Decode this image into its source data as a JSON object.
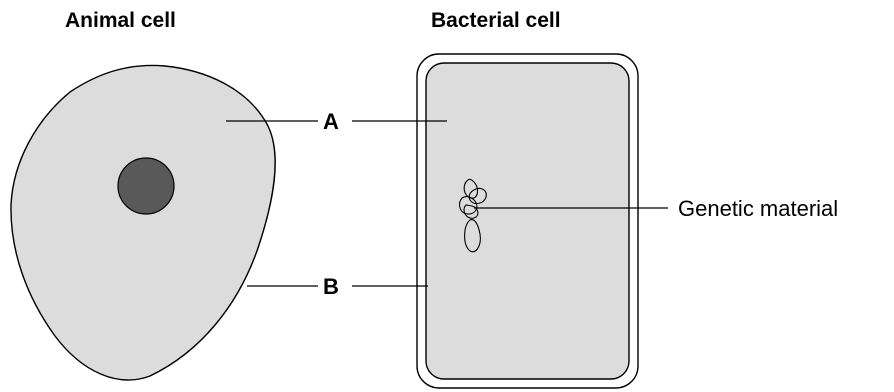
{
  "titles": {
    "animal_cell": "Animal cell",
    "bacterial_cell": "Bacterial cell"
  },
  "labels": {
    "a": "A",
    "b": "B",
    "genetic_material": "Genetic material"
  },
  "colors": {
    "cytoplasm": "#dcdcdc",
    "nucleus": "#595959",
    "outline": "#000000",
    "capsule": "#ffffff"
  }
}
